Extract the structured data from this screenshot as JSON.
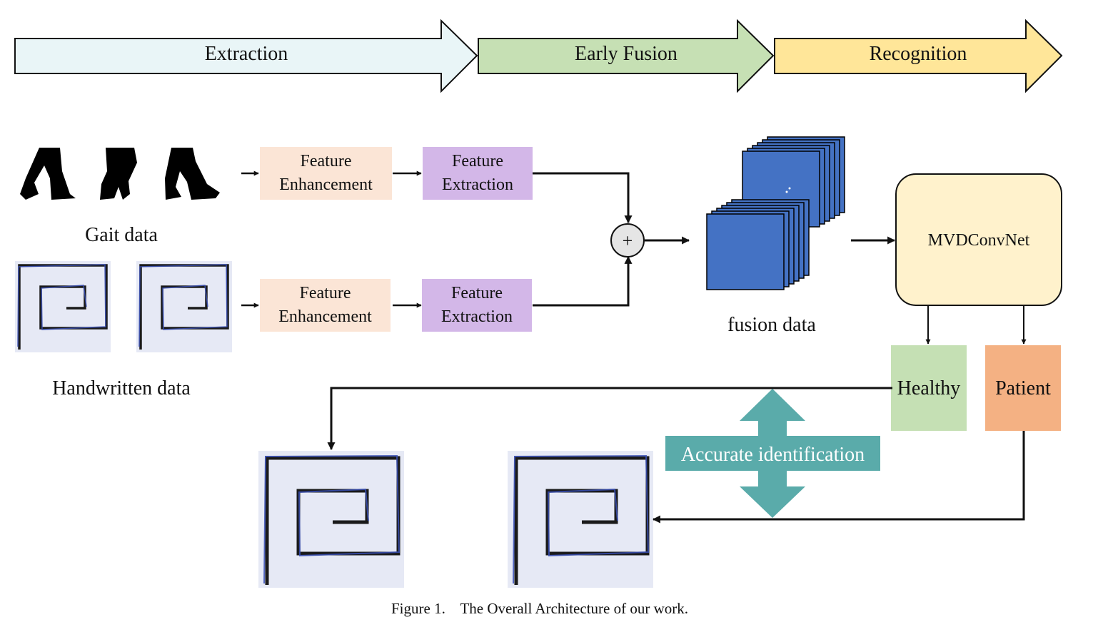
{
  "stages": {
    "extraction": "Extraction",
    "early_fusion": "Early Fusion",
    "recognition": "Recognition"
  },
  "gait": {
    "label": "Gait data",
    "enhancement": "Feature Enhancement",
    "extraction": "Feature Extraction"
  },
  "handwritten": {
    "label": "Handwritten data",
    "enhancement": "Feature Enhancement",
    "extraction": "Feature Extraction"
  },
  "fusion": {
    "operator": "+",
    "label": "fusion data"
  },
  "model": {
    "name": "MVDConvNet"
  },
  "outputs": {
    "healthy": "Healthy",
    "patient": "Patient",
    "accurate": "Accurate identification"
  },
  "caption": "Figure 1.    The Overall Architecture of our work.",
  "colors": {
    "extraction_stage": "#e9f5f7",
    "fusion_stage": "#c6e0b4",
    "recognition_stage": "#ffe699",
    "enhancement_box": "#fbe5d6",
    "extraction_box": "#d3b7e8",
    "fusion_cube": "#4472c4",
    "model_box": "#fff2cc",
    "healthy": "#c5e0b4",
    "patient": "#f4b183",
    "accurate": "#5aabaa",
    "paper": "#e6e9f5",
    "stroke": "#111111",
    "pen": "#3a50b5"
  },
  "icons": {
    "gait": "walking-silhouette-icon",
    "spiral": "spiral-drawing-icon",
    "fusion": "plus-circle-icon",
    "cubes": "feature-cube-stack-icon",
    "accurate": "double-arrow-icon"
  }
}
